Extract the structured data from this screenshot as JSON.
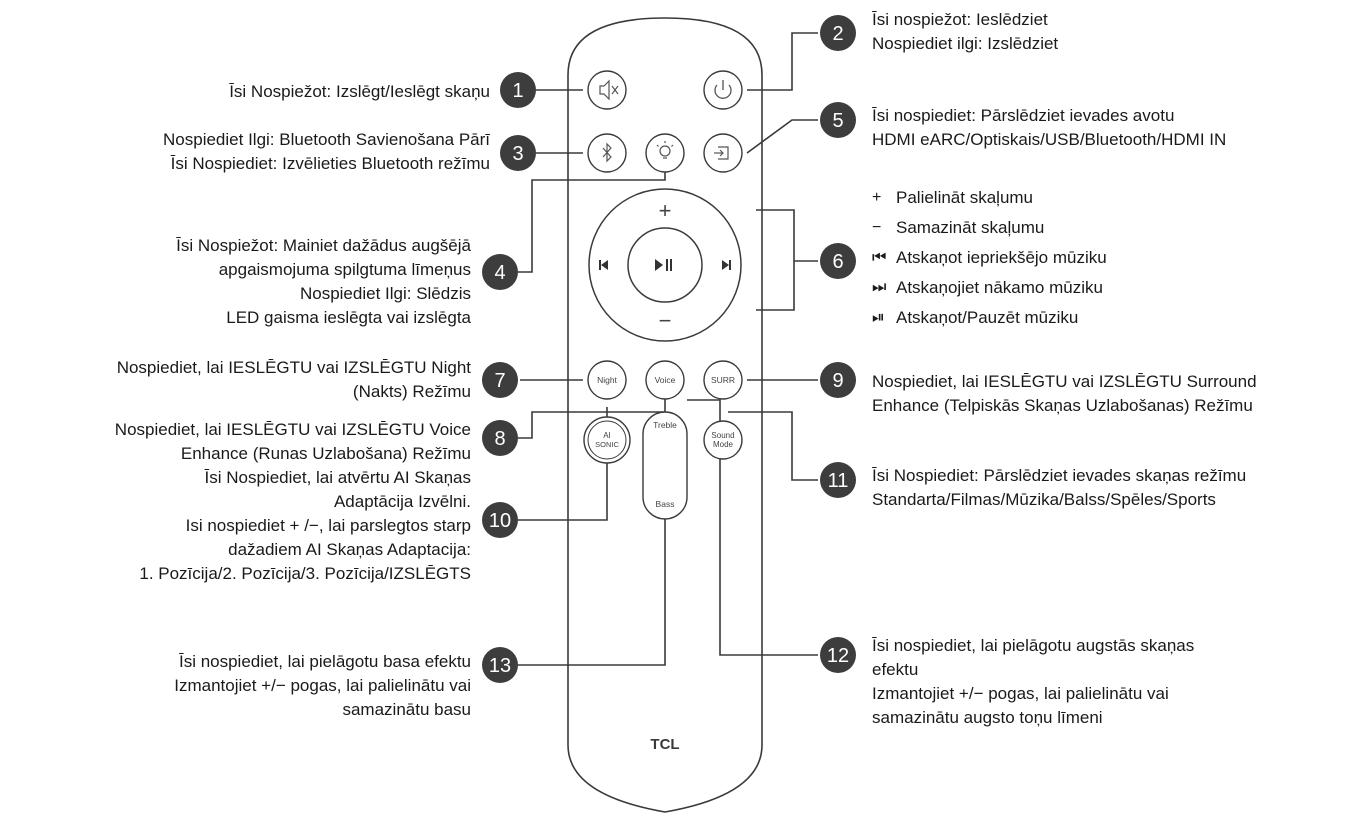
{
  "brand": "TCL",
  "numbers": [
    "1",
    "2",
    "3",
    "4",
    "5",
    "6",
    "7",
    "8",
    "9",
    "10",
    "11",
    "12",
    "13"
  ],
  "buttons": {
    "night": "Night",
    "voice": "Voice",
    "surr": "SURR",
    "ai_sonic": [
      "AI",
      "SONIC"
    ],
    "treble": "Treble",
    "bass": "Bass",
    "sound_mode": [
      "Sound",
      "Mode"
    ],
    "plus": "+",
    "minus": "−"
  },
  "callouts": {
    "c1": [
      "Īsi Nospiežot: Izslēgt/Ieslēgt skaņu"
    ],
    "c2": [
      "Īsi nospiežot: Ieslēdziet",
      "Nospiediet ilgi: Izslēdziet"
    ],
    "c3": [
      "Nospiediet Ilgi: Bluetooth Savienošana Pārī",
      "Īsi Nospiediet: Izvēlieties Bluetooth režīmu"
    ],
    "c4": [
      "Īsi Nospiežot: Mainiet dažādus augšējā",
      "apgaismojuma spilgtuma līmeņus",
      "Nospiediet Ilgi: Slēdzis",
      "LED gaisma ieslēgta vai izslēgta"
    ],
    "c5": [
      "Īsi nospiediet: Pārslēdziet ievades avotu",
      "HDMI eARC/Optiskais/USB/Bluetooth/HDMI IN"
    ],
    "c6": [
      {
        "glyph": "+",
        "text": "Palielināt skaļumu"
      },
      {
        "glyph": "−",
        "text": "Samazināt skaļumu"
      },
      {
        "glyph": "⏮",
        "text": "Atskaņot iepriekšējo mūziku"
      },
      {
        "glyph": "⏭",
        "text": "Atskaņojiet nākamo mūziku"
      },
      {
        "glyph": "⏯",
        "text": "Atskaņot/Pauzēt mūziku"
      }
    ],
    "c7": [
      "Nospiediet, lai IESLĒGTU vai IZSLĒGTU Night",
      "(Nakts) Režīmu"
    ],
    "c8": [
      "Nospiediet, lai IESLĒGTU vai IZSLĒGTU Voice",
      "Enhance (Runas Uzlabošana) Režīmu"
    ],
    "c9": [
      "Nospiediet, lai IESLĒGTU vai IZSLĒGTU Surround",
      "Enhance (Telpiskās Skaņas Uzlabošanas) Režīmu"
    ],
    "c10": [
      "Īsi Nospiediet, lai atvērtu AI Skaņas",
      "Adaptācija Izvēlni.",
      "Isi nospiediet + /−, lai parslegtos starp",
      "dažadiem AI Skaņas Adaptacija:",
      "1. Pozīcija/2. Pozīcija/3. Pozīcija/IZSLĒGTS"
    ],
    "c11": [
      "Īsi Nospiediet: Pārslēdziet ievades skaņas režīmu",
      "Standarta/Filmas/Mūzika/Balss/Spēles/Sports"
    ],
    "c12": [
      "Īsi nospiediet, lai pielāgotu augstās skaņas",
      "efektu",
      "Izmantojiet +/− pogas, lai palielinātu vai",
      "samazinātu augsto toņu līmeni"
    ],
    "c13": [
      "Īsi nospiediet, lai pielāgotu basa efektu",
      "Izmantojiet +/− pogas, lai palielinātu vai",
      "samazinātu basu"
    ]
  }
}
